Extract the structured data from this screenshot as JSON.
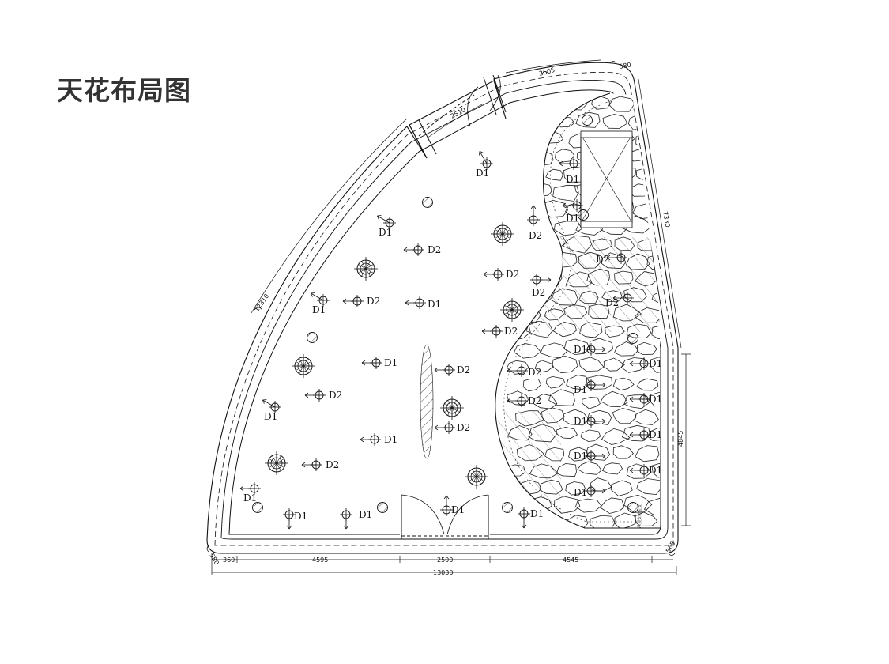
{
  "title": "天花布局图",
  "dimensions": {
    "arc_long": "12310",
    "arc_top": "2605",
    "arc_corner": "580",
    "door_width": "2510",
    "right_side": "7330",
    "right_lower": "4845",
    "bottom_left_small": "360",
    "bottom_seg1": "4595",
    "bottom_seg2": "2500",
    "bottom_seg3": "4545",
    "bottom_total": "13030",
    "left_corner": "580",
    "right_corner": "565"
  },
  "legend_codes": {
    "d1": "D1",
    "d2": "D2"
  },
  "vertical_note": "吊顶安装位置"
}
